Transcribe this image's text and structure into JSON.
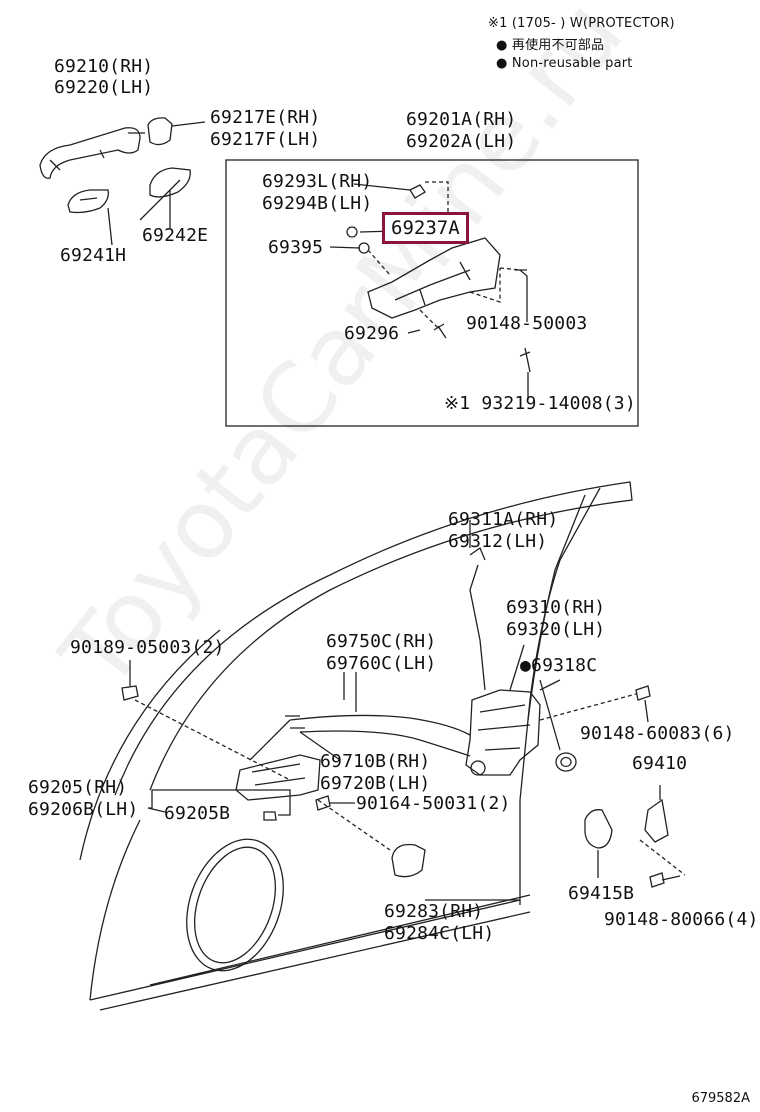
{
  "legend": {
    "line1": "※1 (1705-      ) W(PROTECTOR)",
    "line2": "● 再使用不可部品",
    "line3": "● Non-reusable part"
  },
  "parts": {
    "p69210": "69210(RH)",
    "p69220": "69220(LH)",
    "p69217E": "69217E(RH)",
    "p69217F": "69217F(LH)",
    "p69201A": "69201A(RH)",
    "p69202A": "69202A(LH)",
    "p69293L": "69293L(RH)",
    "p69294B": "69294B(LH)",
    "p69237A": "69237A",
    "p69395": "69395",
    "p69296": "69296",
    "p90148_50003": "90148-50003",
    "p93219": "※1 93219-14008(3)",
    "p69241H": "69241H",
    "p69242E": "69242E",
    "p69311A": "69311A(RH)",
    "p69312": "69312(LH)",
    "p69310": "69310(RH)",
    "p69320": "69320(LH)",
    "p69318C": "●69318C",
    "p90189": "90189-05003(2)",
    "p69750C": "69750C(RH)",
    "p69760C": "69760C(LH)",
    "p90148_60083": "90148-60083(6)",
    "p69410": "69410",
    "p69710B": "69710B(RH)",
    "p69720B": "69720B(LH)",
    "p69205": "69205(RH)",
    "p69206B": "69206B(LH)",
    "p69205B": "69205B",
    "p90164": "90164-50031(2)",
    "p69415B": "69415B",
    "p90148_80066": "90148-80066(4)",
    "p69283": "69283(RH)",
    "p69284C": "69284C(LH)"
  },
  "watermark": "ToyotaCarMine.ru",
  "diagram_code": "679582A",
  "colors": {
    "highlight": "#8a1538",
    "line": "#222222"
  }
}
